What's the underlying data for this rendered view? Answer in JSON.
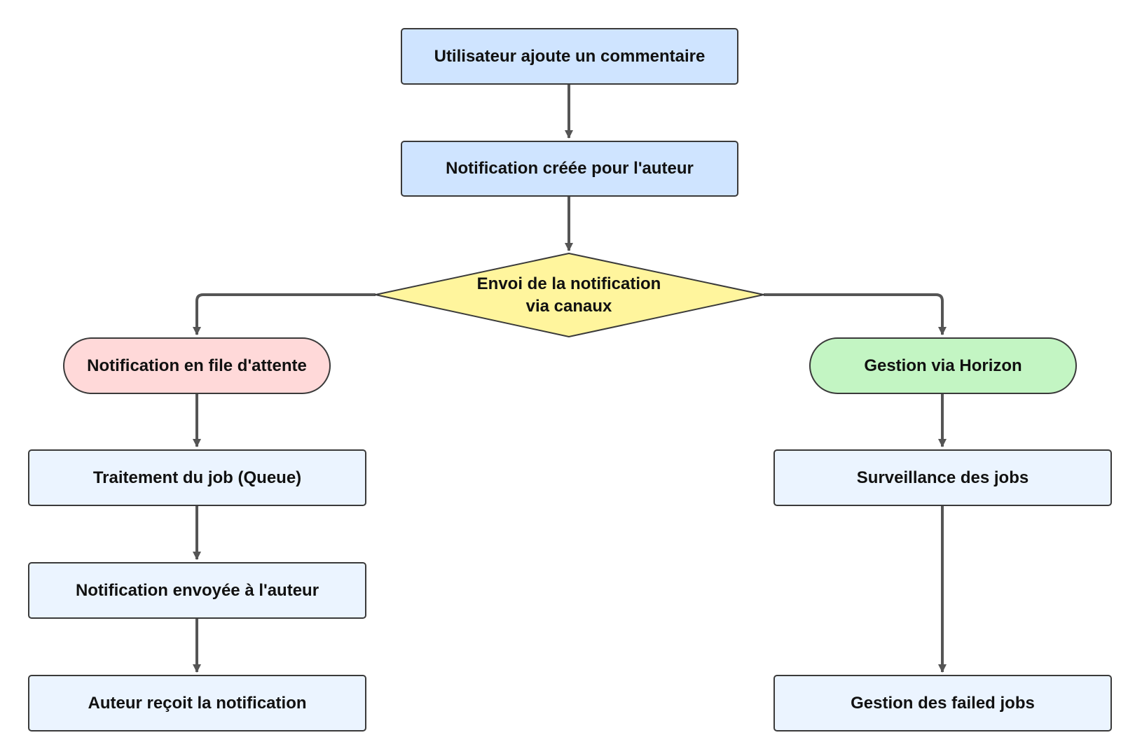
{
  "colors": {
    "primary_fill": "#cfe4ff",
    "secondary_fill": "#ebf4ff",
    "decision_fill": "#fff59d",
    "queue_fill": "#ffd9d9",
    "horizon_fill": "#c3f5c3",
    "stroke": "#3a3a3a",
    "connector": "#555555"
  },
  "nodes": {
    "start": "Utilisateur ajoute un commentaire",
    "created": "Notification créée pour l'auteur",
    "decision_line1": "Envoi de la notification",
    "decision_line2": "via canaux",
    "queue": "Notification en file d'attente",
    "horizon": "Gestion via Horizon",
    "processing": "Traitement du job (Queue)",
    "sent": "Notification envoyée à l'auteur",
    "received": "Auteur reçoit la notification",
    "monitoring": "Surveillance des jobs",
    "failed": "Gestion des failed jobs"
  }
}
